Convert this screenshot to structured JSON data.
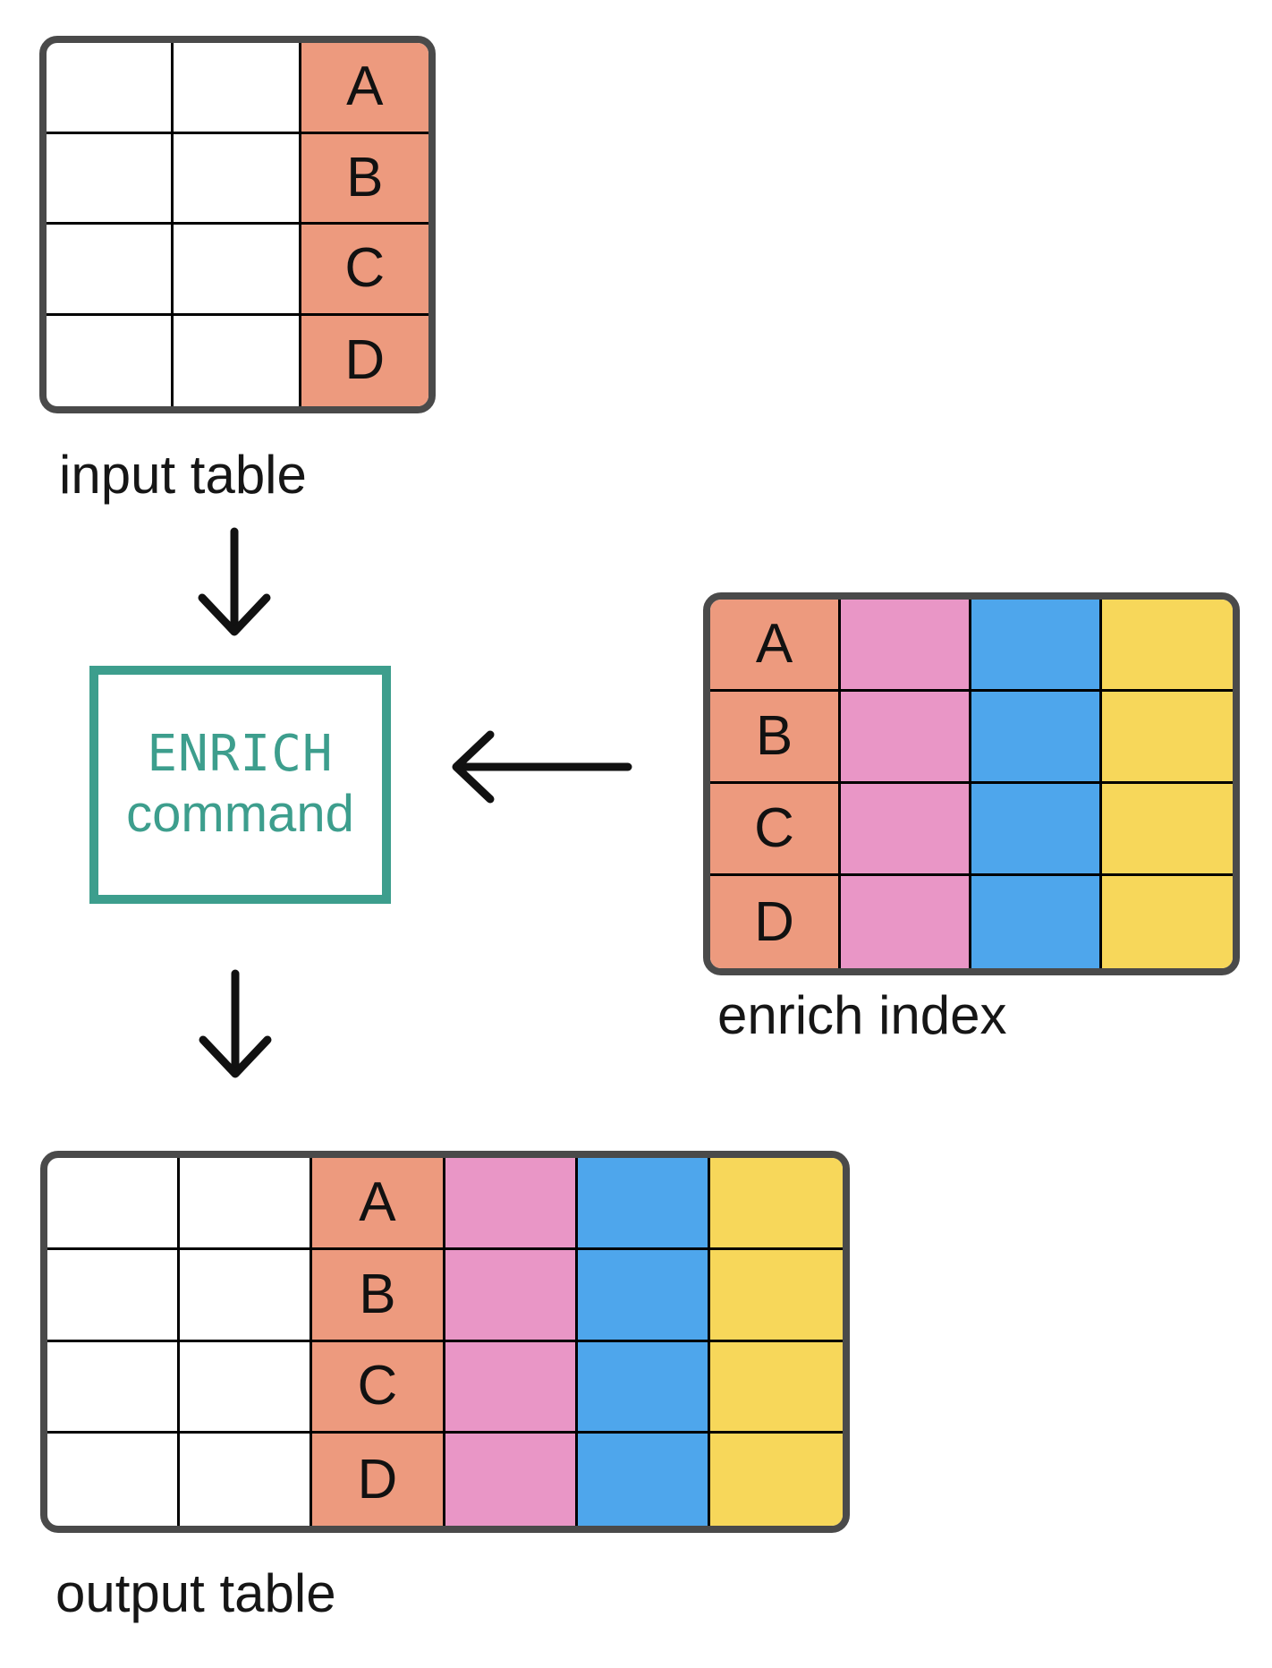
{
  "labels": {
    "input_table": "input table",
    "enrich_index": "enrich index",
    "output_table": "output table",
    "command_line1": "ENRICH",
    "command_line2": "command"
  },
  "colors": {
    "key": "#ED9A7E",
    "pink": "#E996C6",
    "blue": "#4EA6EC",
    "yellow": "#F7D75A",
    "teal": "#3D9E8D",
    "table_border": "#4A4A4A",
    "grid_line": "#000000",
    "text": "#161616"
  },
  "tables": {
    "input": {
      "rows": 4,
      "columns": [
        "blank",
        "blank",
        "key"
      ],
      "key_letters": [
        "A",
        "B",
        "C",
        "D"
      ]
    },
    "enrich": {
      "rows": 4,
      "columns": [
        "key",
        "pink",
        "blue",
        "yellow"
      ],
      "key_letters": [
        "A",
        "B",
        "C",
        "D"
      ]
    },
    "output": {
      "rows": 4,
      "columns": [
        "blank",
        "blank",
        "key",
        "pink",
        "blue",
        "yellow"
      ],
      "key_letters": [
        "A",
        "B",
        "C",
        "D"
      ]
    }
  }
}
